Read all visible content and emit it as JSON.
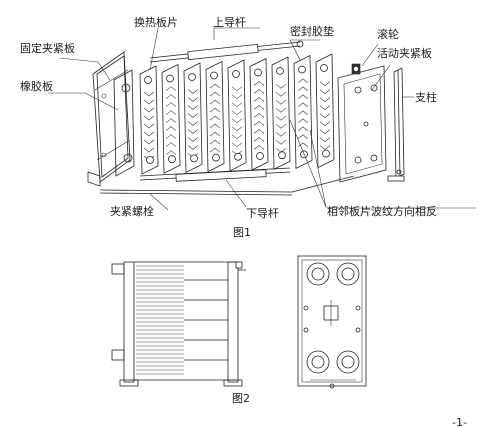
{
  "figure1": {
    "caption": "图1",
    "labels": {
      "heat_plate": "换热板片",
      "upper_guide_rod": "上导杆",
      "seal_gasket": "密封胶垫",
      "roller": "滚轮",
      "fixed_clamp_plate": "固定夹紧板",
      "movable_clamp_plate": "活动夹紧板",
      "rubber_plate": "橡胶板",
      "column": "支柱",
      "clamp_bolt": "夹紧螺栓",
      "lower_guide_rod": "下导杆",
      "adjacent_plates_note": "相邻板片波纹方向相反"
    }
  },
  "figure2": {
    "caption": "图2"
  },
  "page_number": "-1-"
}
